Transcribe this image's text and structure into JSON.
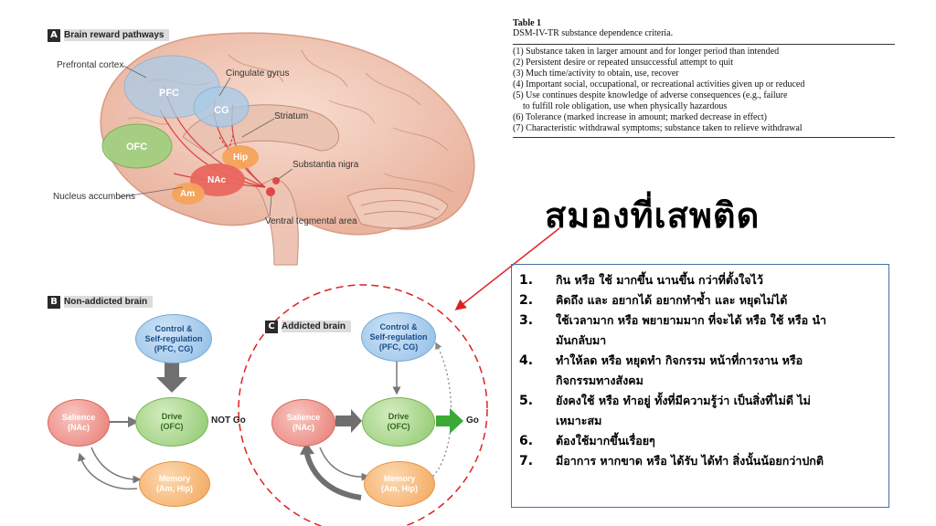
{
  "panelA": {
    "letter": "A",
    "title": "Brain reward pathways",
    "labels": {
      "prefrontal": "Prefrontal cortex",
      "cingulate": "Cingulate gyrus",
      "striatum": "Striatum",
      "nigra": "Substantia nigra",
      "accumbens": "Nucleus accumbens",
      "vta": "Ventral tegmental area"
    },
    "regions": {
      "pfc": "PFC",
      "cg": "CG",
      "ofc": "OFC",
      "hip": "Hip",
      "nac": "NAc",
      "am": "Am"
    }
  },
  "panelB": {
    "letter": "B",
    "title": "Non-addicted brain",
    "control": [
      "Control &",
      "Self-regulation",
      "(PFC, CG)"
    ],
    "salience": [
      "Salience",
      "(NAc)"
    ],
    "drive": [
      "Drive",
      "(OFC)"
    ],
    "memory": [
      "Memory",
      "(Am, Hip)"
    ],
    "outcome": "NOT Go"
  },
  "panelC": {
    "letter": "C",
    "title": "Addicted brain",
    "control": [
      "Control &",
      "Self-regulation",
      "(PFC, CG)"
    ],
    "salience": [
      "Salience",
      "(NAc)"
    ],
    "drive": [
      "Drive",
      "(OFC)"
    ],
    "memory": [
      "Memory",
      "(Am, Hip)"
    ],
    "outcome": "Go"
  },
  "table1": {
    "title": "Table 1",
    "caption": "DSM-IV-TR substance dependence criteria.",
    "rows": [
      "(1) Substance taken in larger amount and for longer period than intended",
      "(2) Persistent desire or repeated unsuccessful attempt to quit",
      "(3) Much time/activity to obtain, use, recover",
      "(4) Important social, occupational, or recreational activities given up or reduced",
      "(5) Use continues despite knowledge of adverse consequences (e.g., failure",
      "to fulfill role obligation, use when physically hazardous",
      "(6) Tolerance (marked increase in amount; marked decrease in effect)",
      "(7) Characteristic withdrawal symptoms; substance taken to relieve withdrawal"
    ]
  },
  "thai_title": "สมองที่เสพติด",
  "thai_list": [
    {
      "num": "1.",
      "lines": [
        "กิน หรือ ใช้ มากขึ้น นานขึ้น กว่าที่ตั้งใจไว้"
      ]
    },
    {
      "num": "2.",
      "lines": [
        "คิดถึง และ อยากได้ อยากทำซ้ำ และ หยุดไม่ได้"
      ]
    },
    {
      "num": "3.",
      "lines": [
        "ใช้เวลามาก หรือ พยายามมาก ที่จะได้ หรือ ใช้ หรือ นำ",
        "มันกลับมา"
      ]
    },
    {
      "num": "4.",
      "lines": [
        "ทำให้ลด หรือ หยุดทำ กิจกรรม หน้าที่การงาน หรือ",
        "กิจกรรมทางสังคม"
      ]
    },
    {
      "num": "5.",
      "lines": [
        "ยังคงใช้ หรือ ทำอยู่ ทั้งที่มีความรู้ว่า เป็นสิ่งที่ไม่ดี ไม่",
        "เหมาะสม"
      ]
    },
    {
      "num": "6.",
      "lines": [
        "ต้องใช้มากขึ้นเรื่อยๆ"
      ]
    },
    {
      "num": "7.",
      "lines": [
        "มีอาการ หากขาด หรือ ได้รับ ได้ทำ สิ่งนั้นน้อยกว่าปกติ"
      ]
    }
  ],
  "colors": {
    "red_dashed": "#e02020",
    "box_border": "#4a6fa5",
    "go_arrow": "#3aa935"
  }
}
